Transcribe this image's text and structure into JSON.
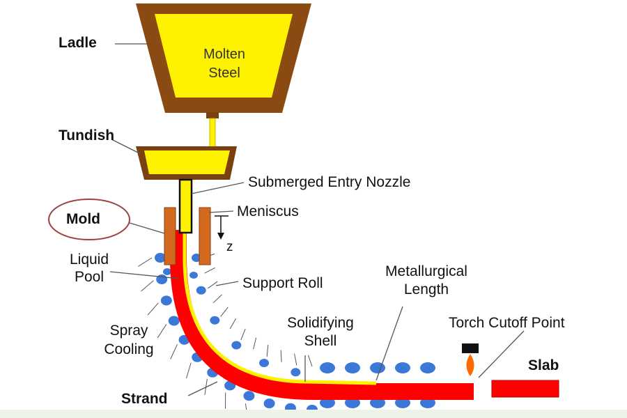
{
  "labels": {
    "ladle": "Ladle",
    "molten_line1": "Molten",
    "molten_line2": "Steel",
    "tundish": "Tundish",
    "nozzle": "Submerged Entry Nozzle",
    "meniscus": "Meniscus",
    "mold": "Mold",
    "z_axis": "z",
    "liquid_line1": "Liquid",
    "liquid_line2": "Pool",
    "support_roll": "Support Roll",
    "metallurgical_line1": "Metallurgical",
    "metallurgical_line2": "Length",
    "torch": "Torch Cutoff Point",
    "spray_line1": "Spray",
    "spray_line2": "Cooling",
    "solid_line1": "Solidifying",
    "solid_line2": "Shell",
    "slab": "Slab",
    "strand": "Strand"
  },
  "colors": {
    "ladle_brown": "#8b4a12",
    "tundish_brown": "#7a4010",
    "molten_yellow": "#fff200",
    "mold_orange": "#d2691e",
    "strand_red": "#ff0000",
    "roll_blue": "#3c78d8",
    "leader_gray": "#555555",
    "mold_circle": "#a04040",
    "torch_flame": "#ff6a00",
    "torch_black": "#111111"
  },
  "icons": {
    "torch": "torch-icon",
    "z_arrow": "arrow-down-icon"
  }
}
